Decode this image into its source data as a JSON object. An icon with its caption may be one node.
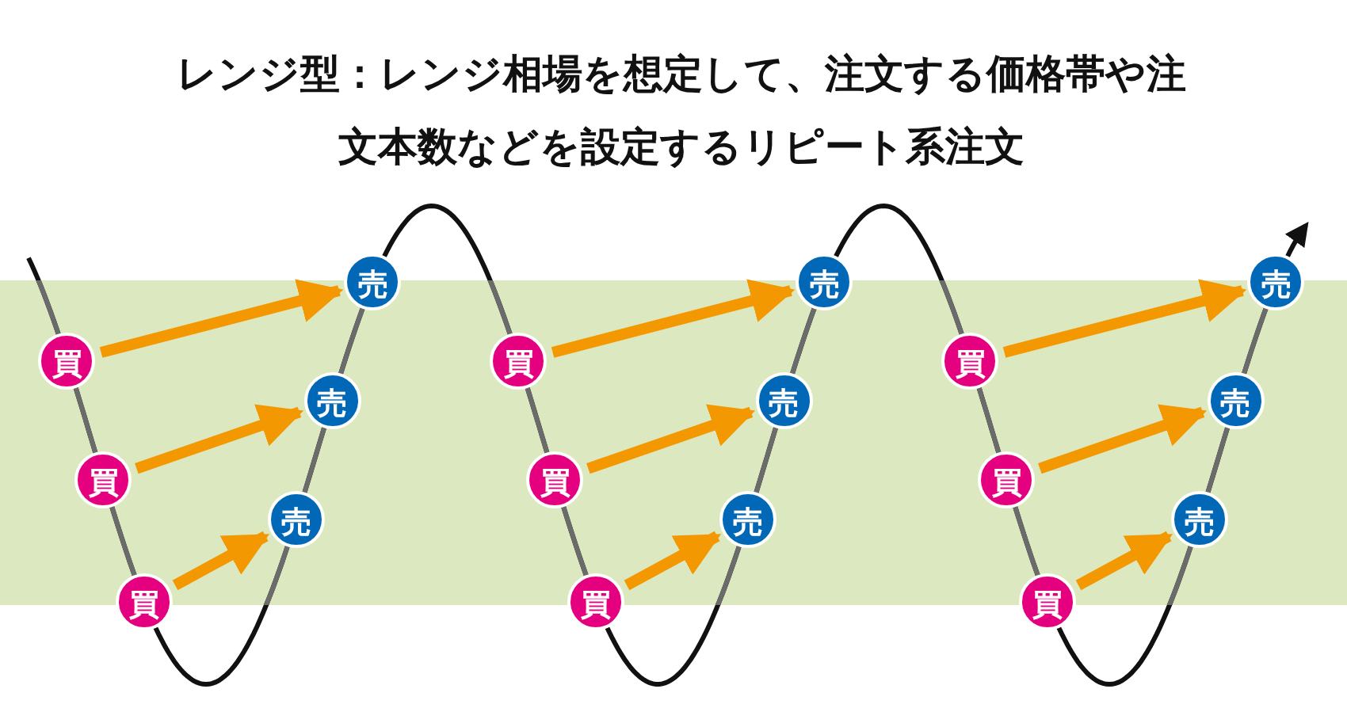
{
  "diagram": {
    "title": "レンジ型：レンジ相場を想定して、注文する価格帯や注文本数などを設定するリピート系注文",
    "nodes": [
      {
        "text": [
          "買"
        ]
      },
      {
        "text": [
          "買"
        ]
      },
      {
        "text": [
          "買"
        ]
      },
      {
        "text": [
          "売"
        ]
      },
      {
        "text": [
          "売"
        ]
      },
      {
        "text": [
          "売"
        ]
      },
      {
        "text": [
          "買"
        ]
      },
      {
        "text": [
          "買"
        ]
      },
      {
        "text": [
          "買"
        ]
      },
      {
        "text": [
          "売"
        ]
      },
      {
        "text": [
          "売"
        ]
      },
      {
        "text": [
          "売"
        ]
      },
      {
        "text": [
          "買"
        ]
      },
      {
        "text": [
          "買"
        ]
      },
      {
        "text": [
          "買"
        ]
      },
      {
        "text": [
          "売"
        ]
      },
      {
        "text": [
          "売"
        ]
      },
      {
        "text": [
          "売"
        ]
      }
    ],
    "edges": [
      {
        "from": 0,
        "to": 5,
        "arrow": "to"
      },
      {
        "from": 1,
        "to": 4,
        "arrow": "to"
      },
      {
        "from": 2,
        "to": 3,
        "arrow": "to"
      },
      {
        "from": 6,
        "to": 11,
        "arrow": "to"
      },
      {
        "from": 7,
        "to": 10,
        "arrow": "to"
      },
      {
        "from": 8,
        "to": 9,
        "arrow": "to"
      },
      {
        "from": 12,
        "to": 17,
        "arrow": "to"
      },
      {
        "from": 13,
        "to": 16,
        "arrow": "to"
      },
      {
        "from": 14,
        "to": 15,
        "arrow": "to"
      }
    ]
  }
}
